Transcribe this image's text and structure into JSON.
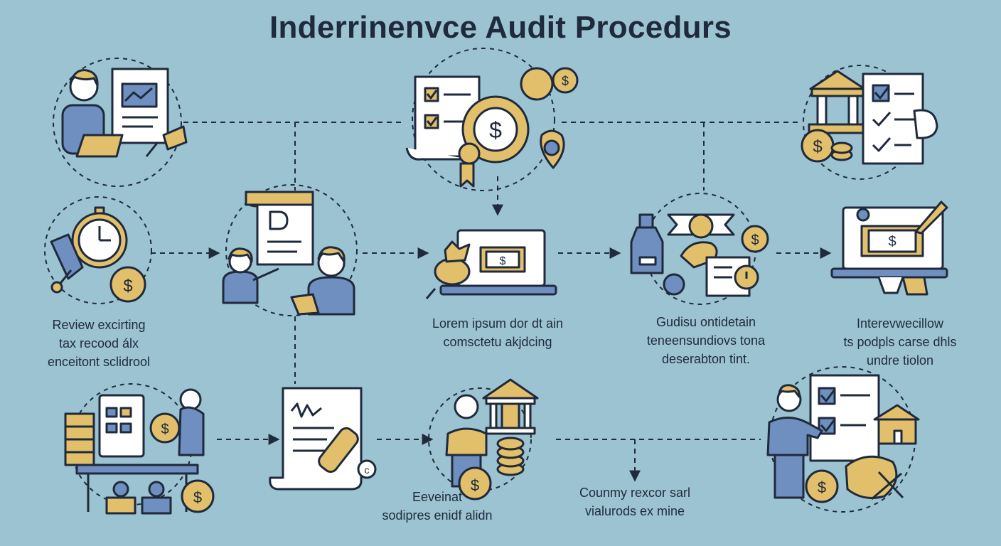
{
  "title": "Inderrinenvce Audit Procedurs",
  "colors": {
    "background": "#9cc3d1",
    "ink": "#1f2a3c",
    "gold": "#e2bf6a",
    "blue": "#6e8fbf",
    "paper": "#ffffff"
  },
  "captions": {
    "review": [
      "Review excirting",
      "tax recood álx",
      "enceitont sclidrool"
    ],
    "lorem": [
      "Lorem ipsum dor dt ain",
      "comsctetu akjdcing"
    ],
    "gudisu": [
      "Gudisu ontidetain",
      "teneensundiovs tona",
      "deserabton tint."
    ],
    "interview": [
      "Interevwecillow",
      "ts podpls carse dhls",
      "undre tiolon"
    ],
    "eveinat": [
      "Eeveinat",
      "sodipres enidf alidn"
    ],
    "counmy": [
      "Counmy rexcor sarl",
      "vialurods ex mine"
    ]
  },
  "icons": {
    "row1": [
      "auditor-laptop-icon",
      "financial-docs-coins-icon",
      "bank-checklist-icon"
    ],
    "row2": [
      "stopwatch-magnifier-icon",
      "team-document-icon",
      "laptop-money-icon",
      "inventory-review-icon",
      "monitor-invoice-icon"
    ],
    "row3": [
      "office-workstation-icon",
      "signed-contract-icon",
      "bank-coins-person-icon",
      "presenter-checklist-icon"
    ]
  }
}
